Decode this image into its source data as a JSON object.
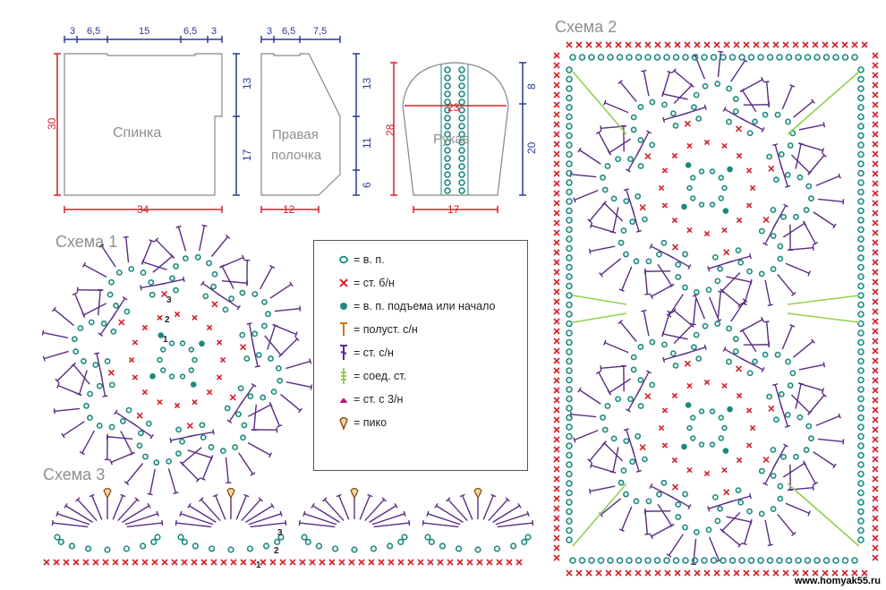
{
  "colors": {
    "blue": "#2a3a96",
    "red": "#d4202a",
    "teal": "#1b8a7e",
    "purple": "#5a2c83",
    "green": "#8fd14f",
    "outline": "#888888",
    "orange": "#c6761a",
    "magenta": "#c0176a",
    "pink": "#e32c6e",
    "label": "#8e8e8e"
  },
  "patterns": {
    "back": {
      "name": "Спинка",
      "top_dims": [
        "3",
        "6,5",
        "15",
        "6,5",
        "3"
      ],
      "height_total": "30",
      "side_dims": [
        "13",
        "17"
      ],
      "width": "34"
    },
    "front": {
      "name_line1": "Правая",
      "name_line2": "полочка",
      "top_dims": [
        "3",
        "6,5",
        "7,5"
      ],
      "side_dims": [
        "13",
        "11",
        "6"
      ],
      "width": "12"
    },
    "sleeve": {
      "name": "Рукав",
      "width_top": "23",
      "height_total": "28",
      "side_dims": [
        "8",
        "20"
      ],
      "width": "17"
    }
  },
  "schemes": {
    "s1": {
      "title": "Схема 1",
      "rows": [
        "3",
        "2",
        "1"
      ]
    },
    "s2": {
      "title": "Схема 2"
    },
    "s3": {
      "title": "Схема 3",
      "rows": [
        "3",
        "2",
        "1"
      ]
    }
  },
  "legend": {
    "items": [
      {
        "icon": "chain-icon",
        "text": "= в. п."
      },
      {
        "icon": "sc-icon",
        "text": "= ст. б/н"
      },
      {
        "icon": "start-icon",
        "text": "= в. п. подъема или начало"
      },
      {
        "icon": "hdc-icon",
        "text": "= полуст. с/н"
      },
      {
        "icon": "dc-icon",
        "text": "= ст. с/н"
      },
      {
        "icon": "slst-icon",
        "text": "= соед. ст."
      },
      {
        "icon": "tr3-icon",
        "text": "= ст. с 3/н"
      },
      {
        "icon": "picot-icon",
        "text": "= пико"
      }
    ]
  },
  "watermark": "www.homyak55.ru"
}
